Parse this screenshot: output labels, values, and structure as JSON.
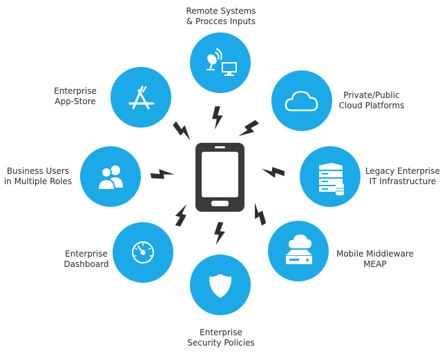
{
  "colors": {
    "accent": "#1BA9E8",
    "phone": "#3a3a3a",
    "bolt": "#2e2e2e",
    "text": "#2b2b2b"
  },
  "phone_icon": "smartphone-icon",
  "nodes": [
    {
      "id": "remote-systems",
      "icon": "satellite-monitor-icon",
      "lines": [
        "Remote Systems",
        "& Procces Inputs"
      ]
    },
    {
      "id": "cloud-platforms",
      "icon": "cloud-icon",
      "lines": [
        "Private/Public",
        "Cloud Platforms"
      ]
    },
    {
      "id": "legacy-infrastructure",
      "icon": "server-database-icon",
      "lines": [
        "Legacy Enterprise",
        "IT Infrastructure"
      ]
    },
    {
      "id": "mobile-middleware",
      "icon": "cloud-server-icon",
      "lines": [
        "Mobile Middleware",
        "MEAP"
      ]
    },
    {
      "id": "security-policies",
      "icon": "shield-icon",
      "lines": [
        "Enterprise",
        "Security Policies"
      ]
    },
    {
      "id": "enterprise-dashboard",
      "icon": "gauge-icon",
      "lines": [
        "Enterprise",
        "Dashboard"
      ]
    },
    {
      "id": "business-users",
      "icon": "users-icon",
      "lines": [
        "Business Users",
        "in Multiple Roles"
      ]
    },
    {
      "id": "app-store",
      "icon": "app-store-icon",
      "lines": [
        "Enterprise",
        "App-Store"
      ]
    }
  ]
}
